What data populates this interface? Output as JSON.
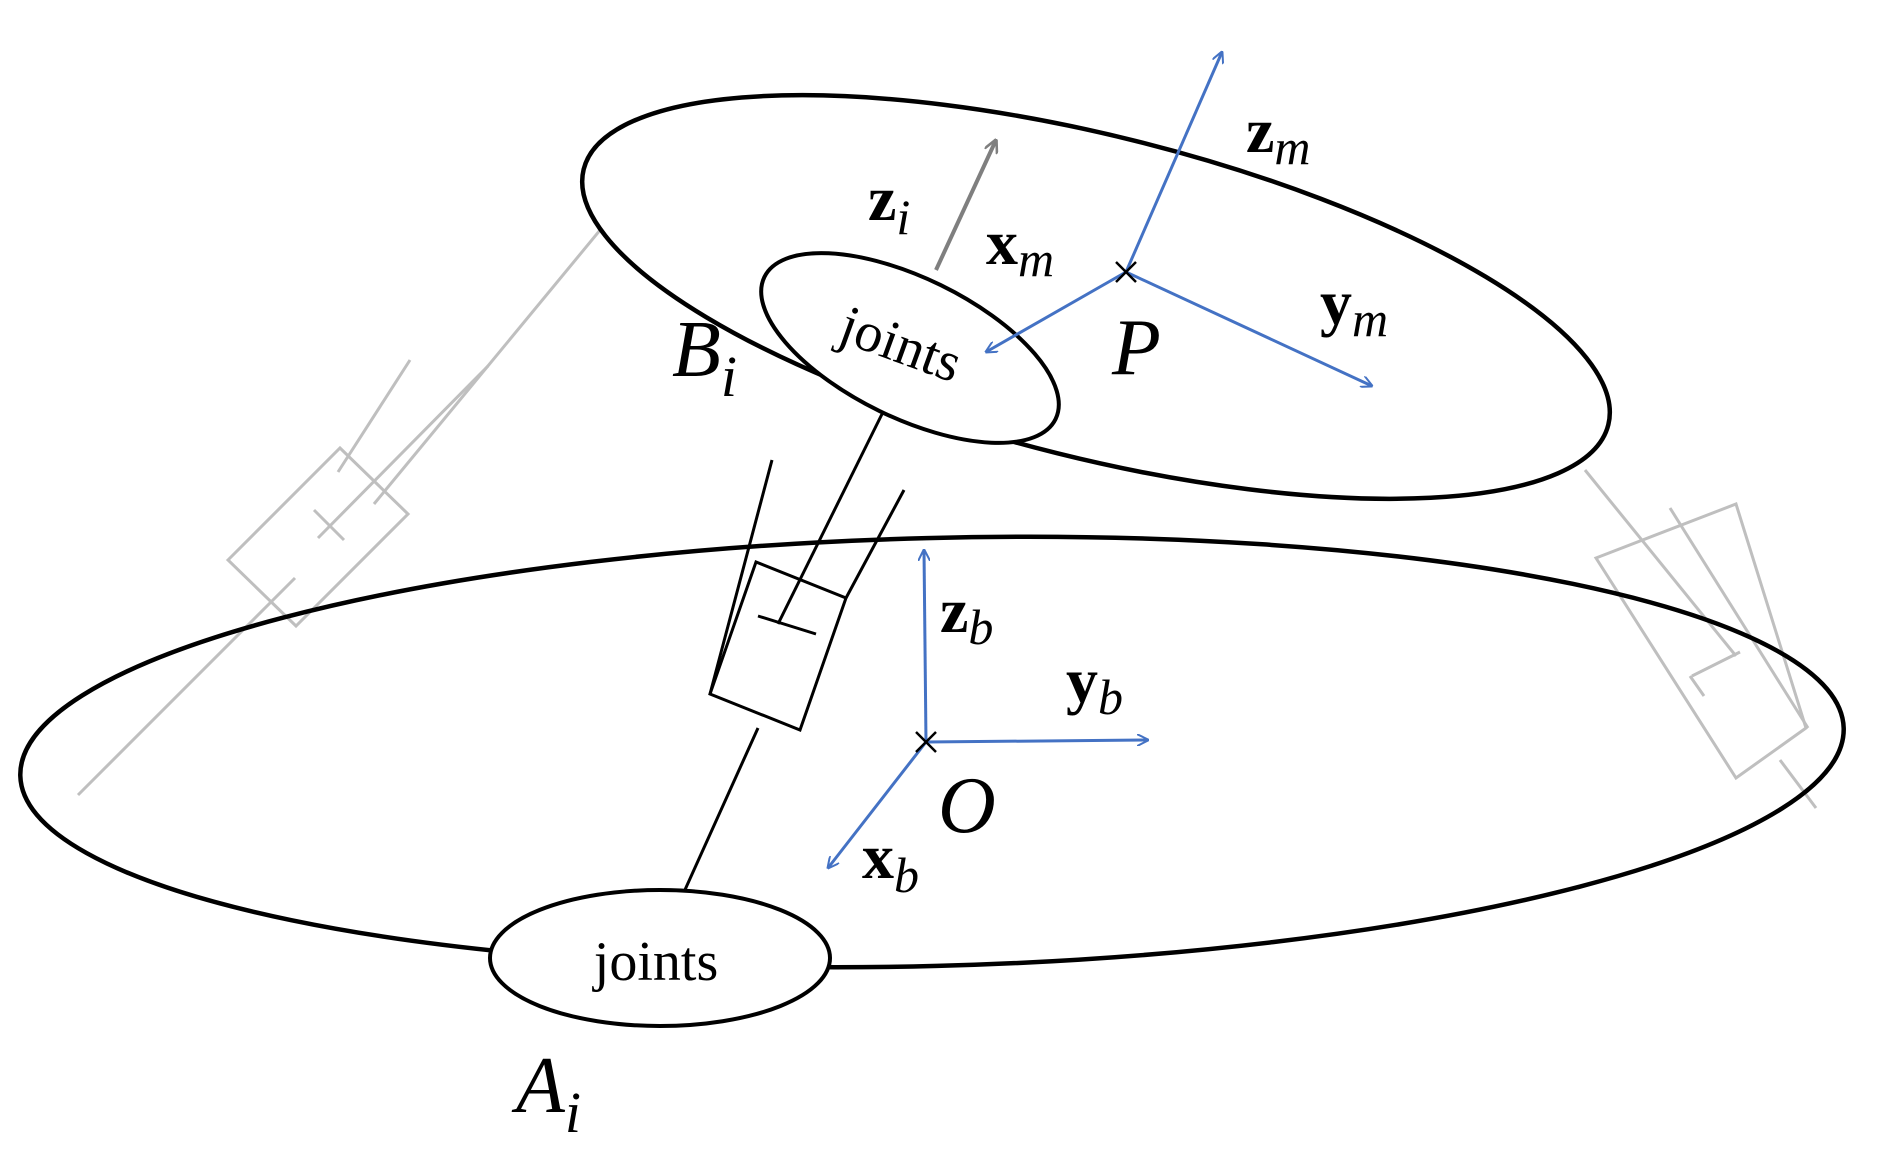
{
  "colors": {
    "outline": "#000000",
    "ghost_leg": "#bfbfbf",
    "frame_axis": "#4472c4",
    "joint_axis": "#7f7f7f",
    "background": "#ffffff"
  },
  "labels": {
    "joints_top": "joints",
    "joints_bottom": "joints",
    "B": "B",
    "B_sub": "i",
    "A": "A",
    "A_sub": "i",
    "P": "P",
    "O": "O",
    "z_i": "z",
    "z_i_sub": "i",
    "x_m": "x",
    "x_m_sub": "m",
    "y_m": "y",
    "y_m_sub": "m",
    "z_m": "z",
    "z_m_sub": "m",
    "x_b": "x",
    "x_b_sub": "b",
    "y_b": "y",
    "y_b_sub": "b",
    "z_b": "z",
    "z_b_sub": "b"
  }
}
